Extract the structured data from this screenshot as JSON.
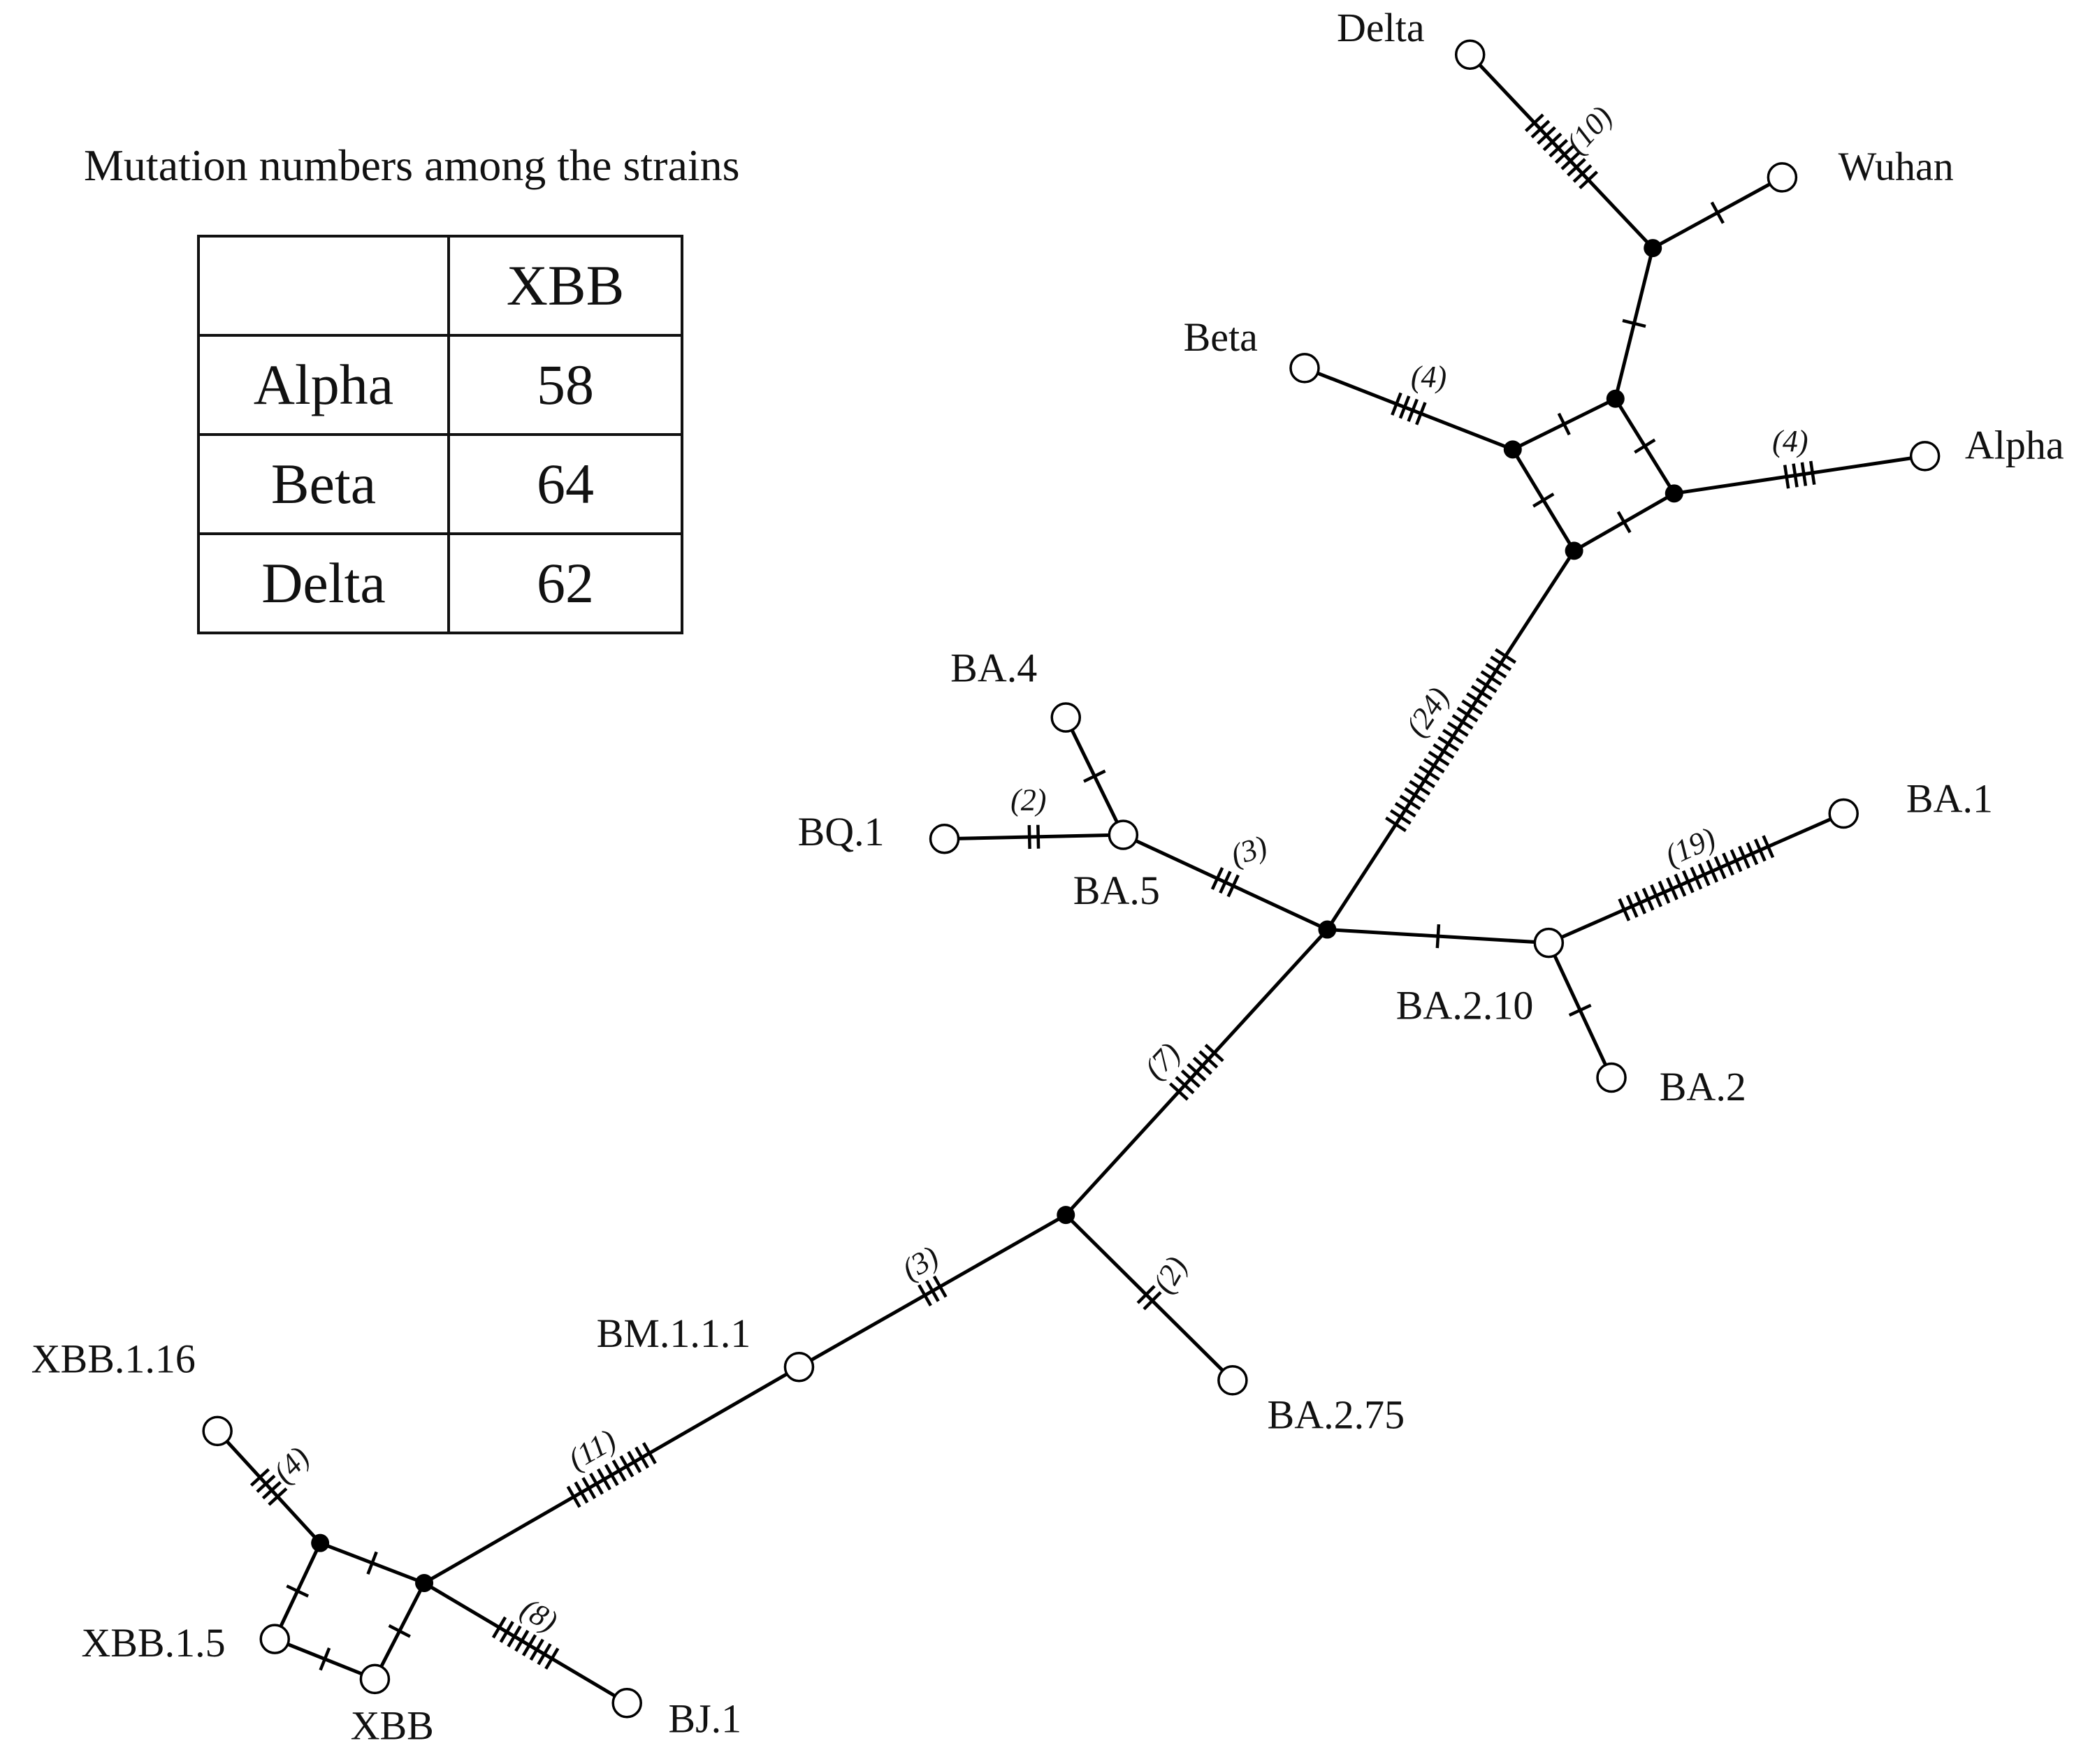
{
  "table": {
    "title": "Mutation numbers among the strains",
    "header": [
      "",
      "XBB"
    ],
    "rows": [
      [
        "Alpha",
        "58"
      ],
      [
        "Beta",
        "64"
      ],
      [
        "Delta",
        "62"
      ]
    ]
  },
  "nodes": [
    {
      "id": "delta",
      "label": "Delta",
      "type": "sample"
    },
    {
      "id": "wuhan",
      "label": "Wuhan",
      "type": "sample"
    },
    {
      "id": "beta",
      "label": "Beta",
      "type": "sample"
    },
    {
      "id": "alpha",
      "label": "Alpha",
      "type": "sample"
    },
    {
      "id": "ba4",
      "label": "BA.4",
      "type": "sample"
    },
    {
      "id": "bq1",
      "label": "BQ.1",
      "type": "sample"
    },
    {
      "id": "ba5",
      "label": "BA.5",
      "type": "sample"
    },
    {
      "id": "ba1",
      "label": "BA.1",
      "type": "sample"
    },
    {
      "id": "ba210",
      "label": "BA.2.10",
      "type": "sample"
    },
    {
      "id": "ba2",
      "label": "BA.2",
      "type": "sample"
    },
    {
      "id": "bm111",
      "label": "BM.1.1.1",
      "type": "sample"
    },
    {
      "id": "ba275",
      "label": "BA.2.75",
      "type": "sample"
    },
    {
      "id": "xbb116",
      "label": "XBB.1.16",
      "type": "sample"
    },
    {
      "id": "xbb15",
      "label": "XBB.1.5",
      "type": "sample"
    },
    {
      "id": "xbb",
      "label": "XBB",
      "type": "sample"
    },
    {
      "id": "bj1",
      "label": "BJ.1",
      "type": "sample"
    },
    {
      "id": "m1",
      "label": "",
      "type": "median"
    },
    {
      "id": "m2",
      "label": "",
      "type": "median"
    },
    {
      "id": "m3",
      "label": "",
      "type": "median"
    },
    {
      "id": "m4",
      "label": "",
      "type": "median"
    },
    {
      "id": "m5",
      "label": "",
      "type": "median"
    },
    {
      "id": "m6",
      "label": "",
      "type": "median"
    },
    {
      "id": "m7",
      "label": "",
      "type": "median"
    },
    {
      "id": "m8",
      "label": "",
      "type": "median"
    },
    {
      "id": "m9",
      "label": "",
      "type": "median"
    }
  ],
  "edges": [
    {
      "from": "delta",
      "to": "m1",
      "mutations": 10,
      "count_label": "(10)"
    },
    {
      "from": "wuhan",
      "to": "m1",
      "mutations": 1,
      "count_label": ""
    },
    {
      "from": "m1",
      "to": "m2",
      "mutations": 1,
      "count_label": ""
    },
    {
      "from": "beta",
      "to": "m3",
      "mutations": 4,
      "count_label": "(4)"
    },
    {
      "from": "m3",
      "to": "m2",
      "mutations": 1,
      "count_label": ""
    },
    {
      "from": "m2",
      "to": "m4",
      "mutations": 1,
      "count_label": ""
    },
    {
      "from": "m3",
      "to": "m5",
      "mutations": 1,
      "count_label": ""
    },
    {
      "from": "m4",
      "to": "m5",
      "mutations": 1,
      "count_label": ""
    },
    {
      "from": "alpha",
      "to": "m4",
      "mutations": 4,
      "count_label": "(4)"
    },
    {
      "from": "m5",
      "to": "m6",
      "mutations": 24,
      "count_label": "(24)"
    },
    {
      "from": "ba4",
      "to": "ba5",
      "mutations": 1,
      "count_label": ""
    },
    {
      "from": "bq1",
      "to": "ba5",
      "mutations": 2,
      "count_label": "(2)"
    },
    {
      "from": "ba5",
      "to": "m6",
      "mutations": 3,
      "count_label": "(3)"
    },
    {
      "from": "m6",
      "to": "ba210",
      "mutations": 1,
      "count_label": ""
    },
    {
      "from": "ba210",
      "to": "ba1",
      "mutations": 19,
      "count_label": "(19)"
    },
    {
      "from": "ba210",
      "to": "ba2",
      "mutations": 1,
      "count_label": ""
    },
    {
      "from": "m6",
      "to": "m7",
      "mutations": 7,
      "count_label": "(7)"
    },
    {
      "from": "m7",
      "to": "ba275",
      "mutations": 2,
      "count_label": "(2)"
    },
    {
      "from": "m7",
      "to": "bm111",
      "mutations": 3,
      "count_label": "(3)"
    },
    {
      "from": "bm111",
      "to": "m9",
      "mutations": 11,
      "count_label": "(11)"
    },
    {
      "from": "xbb116",
      "to": "m8",
      "mutations": 4,
      "count_label": "(4)"
    },
    {
      "from": "m8",
      "to": "m9",
      "mutations": 1,
      "count_label": ""
    },
    {
      "from": "m8",
      "to": "xbb15",
      "mutations": 1,
      "count_label": ""
    },
    {
      "from": "xbb15",
      "to": "xbb",
      "mutations": 1,
      "count_label": ""
    },
    {
      "from": "xbb",
      "to": "m9",
      "mutations": 1,
      "count_label": ""
    },
    {
      "from": "m9",
      "to": "bj1",
      "mutations": 8,
      "count_label": "(8)"
    }
  ]
}
